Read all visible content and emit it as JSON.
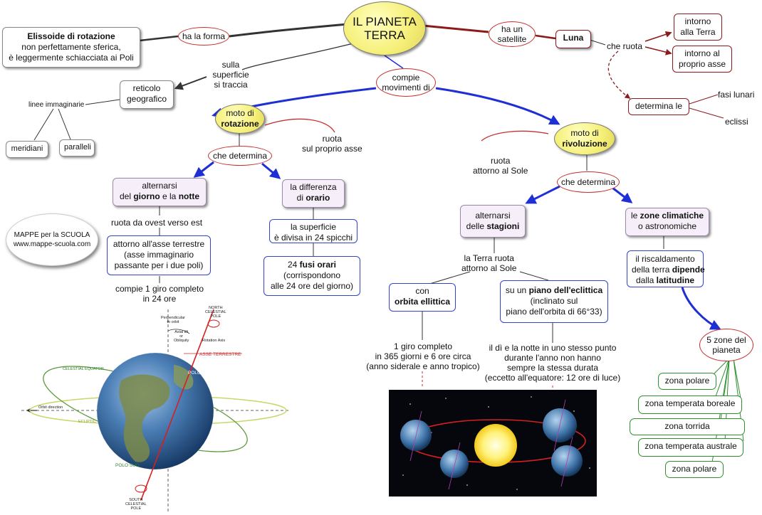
{
  "root": {
    "line1": "IL PIANETA",
    "line2": "TERRA"
  },
  "forma": {
    "link": "ha la forma",
    "title": "Elissoide di rotazione",
    "line2": "non perfettamente sferica,",
    "line3": "è leggermente schiacciata ai Poli"
  },
  "superficie": {
    "link": [
      "sulla",
      "superficie",
      "si traccia"
    ],
    "box": [
      "reticolo",
      "geografico"
    ],
    "linee": "linee immaginarie",
    "meridiani": "meridiani",
    "paralleli": "paralleli"
  },
  "satellite": {
    "link": [
      "ha un",
      "satellite"
    ],
    "luna": "Luna",
    "che_ruota": "che ruota",
    "intorno_terra": [
      "intorno",
      "alla Terra"
    ],
    "intorno_asse": [
      "intorno al",
      "proprio asse"
    ],
    "determina": "determina le",
    "fasi": "fasi lunari",
    "eclissi": "eclissi"
  },
  "movimenti": {
    "link": [
      "compie",
      "movimenti di"
    ]
  },
  "rotazione": {
    "title": [
      "moto di",
      "rotazione"
    ],
    "desc": [
      "ruota",
      "sul proprio asse"
    ],
    "che_determina": "che determina",
    "giorno": {
      "a": "alternarsi",
      "b1": "del ",
      "b2": "giorno",
      "b3": " e la ",
      "b4": "notte"
    },
    "direzione": "ruota da ovest verso est",
    "asse": [
      "attorno all'asse terrestre",
      "(asse immaginario",
      "passante per i due poli)"
    ],
    "giro": [
      "compie 1 giro completo",
      "in 24 ore"
    ],
    "orario": {
      "a": "la differenza",
      "b1": "di ",
      "b2": "orario"
    },
    "spicchi": [
      "la superficie",
      "è divisa in 24 spicchi"
    ],
    "fusi": {
      "a1": "24 ",
      "a2": "fusi orari",
      "b": "(corrispondono",
      "c": "alle 24 ore del giorno)"
    }
  },
  "rivoluzione": {
    "title": [
      "moto di",
      "rivoluzione"
    ],
    "desc": [
      "ruota",
      "attorno al Sole"
    ],
    "che_determina": "che determina",
    "stagioni": {
      "a": "alternarsi",
      "b1": "delle ",
      "b2": "stagioni"
    },
    "terra_ruota": [
      "la Terra ruota",
      "attorno al Sole"
    ],
    "orbita": {
      "a": "con",
      "b": "orbita ellittica"
    },
    "piano": {
      "a1": "su un ",
      "a2": "piano dell'eclittica",
      "b": "(inclinato sul",
      "c": "piano dell'orbita di 66°33)"
    },
    "giro": [
      "1 giro completo",
      "in 365 giorni e 6 ore circa",
      "(anno siderale e anno tropico)"
    ],
    "notte": [
      "il dì e la notte in uno stesso punto",
      "durante l'anno non hanno",
      "sempre la stessa durata",
      "(eccetto all'equatore: 12 ore di luce)"
    ],
    "zone": {
      "a1": "le ",
      "a2": "zone climatiche",
      "b": "o astronomiche"
    },
    "riscaldamento": {
      "a": "il riscaldamento",
      "b1": "della terra ",
      "b2": "dipende",
      "c1": "dalla ",
      "c2": "latitudine"
    },
    "cinque": [
      "5 zone del",
      "pianeta"
    ],
    "zone_list": [
      "zona polare",
      "zona temperata boreale",
      "zona torrida",
      "zona temperata australe",
      "zona polare"
    ]
  },
  "logo": [
    "MAPPE per la SCUOLA",
    "www.mappe-scuola.com"
  ],
  "earth_diagram": {
    "north": [
      "NORTH",
      "CELESTIAL",
      "POLE"
    ],
    "perp": [
      "Perpendicular",
      "to orbit"
    ],
    "tilt": [
      "Axial tilt",
      "or",
      "Obliquity"
    ],
    "rot_axis": "Rotation Axis",
    "asse": "ASSE TERRESTRE",
    "polo_nord": "POLO NORD",
    "equator": "CELESTIAL EQUATOR",
    "orbit": "Orbit direction",
    "ecliptic": "ECLIPTIC",
    "polo_sud": "POLO SUD",
    "south": [
      "SOUTH",
      "CELESTIAL",
      "POLE"
    ]
  },
  "colors": {
    "blue_arrow": "#1f2fd6",
    "dark_red": "#8b1a1a",
    "green": "#2f8f2f",
    "oval_red": "#c43030"
  }
}
